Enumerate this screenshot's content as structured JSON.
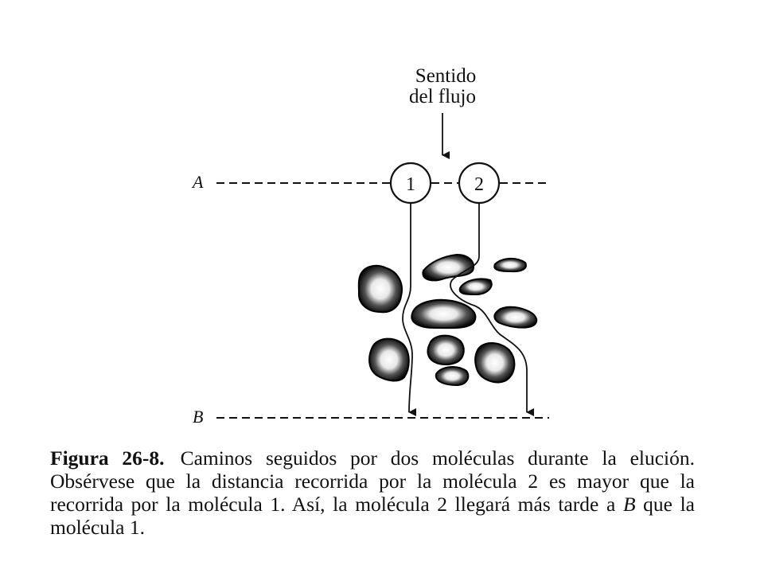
{
  "flow_label_line1": "Sentido",
  "flow_label_line2": "del flujo",
  "line_a_label": "A",
  "line_b_label": "B",
  "molecule1_label": "1",
  "molecule2_label": "2",
  "caption": {
    "figure_label": "Figura 26-8.",
    "text_part1": "Caminos seguidos por dos moléculas durante la elución. Obsérvese que la distancia recorrida por la molécula 2 es mayor que la recorrida por la molécula 1. Así, la molécula 2 llegará más tarde a ",
    "text_italic": "B",
    "text_part2": " que la molécula 1."
  },
  "colors": {
    "ink": "#111111",
    "background": "#ffffff"
  }
}
